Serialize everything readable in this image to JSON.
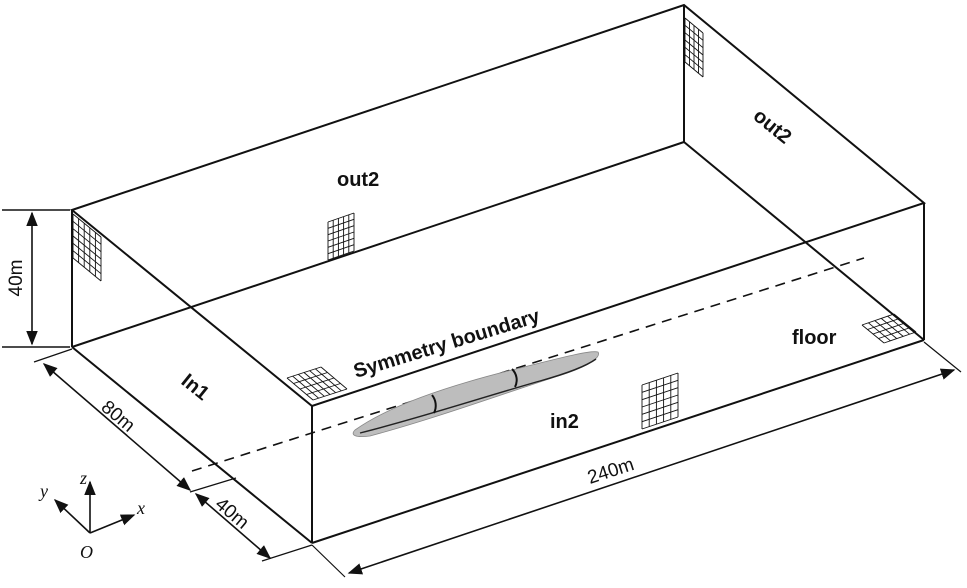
{
  "labels": {
    "out2_top": "out2",
    "out2_side": "out2",
    "symmetry": "Symmetry boundary",
    "floor": "floor",
    "in1": "In1",
    "in2": "in2"
  },
  "dimensions": {
    "height": "40m",
    "width": "80m",
    "offset": "40m",
    "length": "240m"
  },
  "axes": {
    "x": "x",
    "y": "y",
    "z": "z",
    "origin": "O"
  },
  "colors": {
    "line": "#111111",
    "vehicle": "#bdbdbd"
  }
}
